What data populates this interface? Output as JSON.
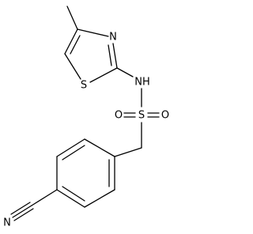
{
  "molecule": {
    "atoms": {
      "thiazole_n": "N",
      "thiazole_s": "S",
      "amide_nh": "NH",
      "sulfonyl_s": "S",
      "sulfonyl_o_left": "O",
      "sulfonyl_o_right": "O",
      "nitrile_n": "N"
    }
  },
  "colors": {
    "bond": "#000000",
    "label": "#000000",
    "background": "#ffffff"
  }
}
